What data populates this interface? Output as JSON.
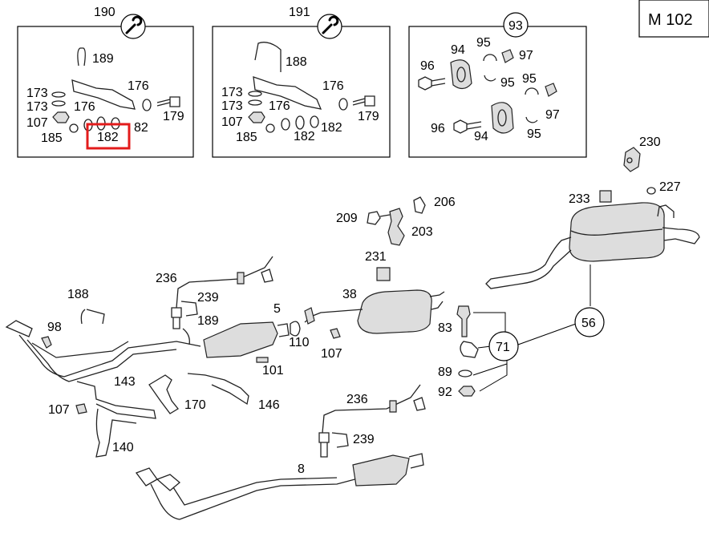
{
  "model_label": "M 102",
  "highlight_color": "#e31b1b",
  "kits": [
    {
      "number": "190",
      "icon": "wrench-icon",
      "labels": [
        "189",
        "173",
        "173",
        "176",
        "176",
        "107",
        "185",
        "82",
        "179",
        "182"
      ],
      "highlighted": "182"
    },
    {
      "number": "191",
      "icon": "wrench-icon",
      "labels": [
        "188",
        "173",
        "173",
        "176",
        "176",
        "107",
        "185",
        "182",
        "182",
        "179"
      ]
    },
    {
      "number": "93",
      "labels": [
        "96",
        "94",
        "95",
        "97",
        "95",
        "95",
        "97",
        "96",
        "94",
        "95"
      ]
    }
  ],
  "parts": {
    "p230": "230",
    "p227": "227",
    "p233": "233",
    "p209": "209",
    "p206": "206",
    "p203": "203",
    "p231": "231",
    "p236a": "236",
    "p239a": "239",
    "p188": "188",
    "p189": "189",
    "p98": "98",
    "p5": "5",
    "p38": "38",
    "p110": "110",
    "p107a": "107",
    "p101": "101",
    "p83": "83",
    "p71": "71",
    "p56": "56",
    "p89": "89",
    "p92": "92",
    "p143": "143",
    "p170": "170",
    "p146": "146",
    "p107b": "107",
    "p140": "140",
    "p236b": "236",
    "p239b": "239",
    "p8": "8"
  }
}
